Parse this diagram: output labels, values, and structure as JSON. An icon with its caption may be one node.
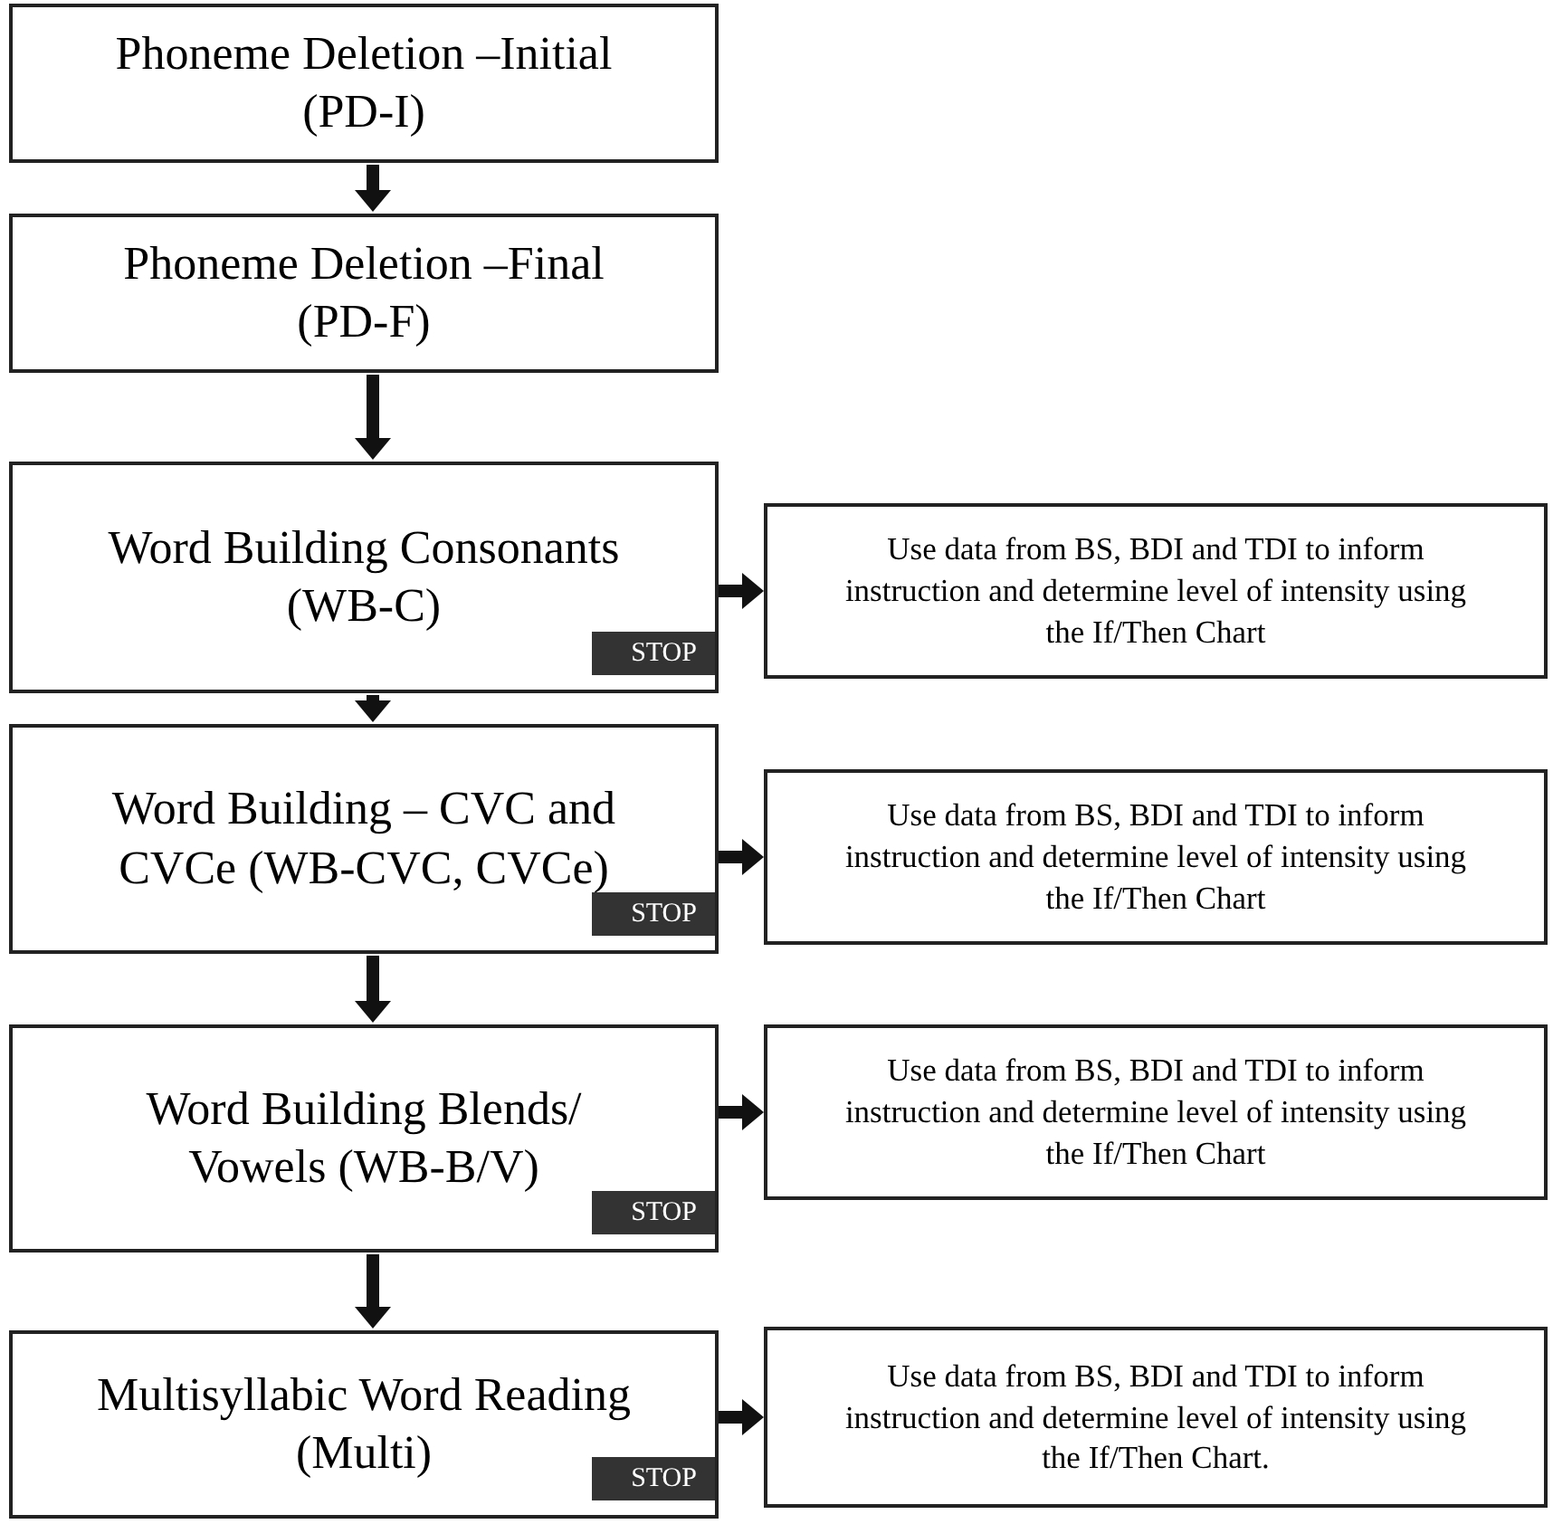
{
  "diagram": {
    "nodes": [
      {
        "text": [
          "Phoneme Deletion –Initial (PD-I)"
        ]
      },
      {
        "text": [
          "Phoneme Deletion –Final (PD-F)"
        ]
      },
      {
        "text": [
          "Word Building Consonants (WB-C)",
          "STOP"
        ]
      },
      {
        "text": [
          "Word Building – CVC and CVCe (WB-CVC, CVCe)",
          "STOP"
        ]
      },
      {
        "text": [
          "Word Building Blends/ Vowels (WB-B/V)",
          "STOP"
        ]
      },
      {
        "text": [
          "Multisyllabic Word Reading (Multi)",
          "STOP"
        ]
      },
      {
        "text": [
          "Use data from BS, BDI and TDI to inform instruction and determine level of intensity using the If/Then Chart"
        ]
      },
      {
        "text": [
          "Use data from BS, BDI and TDI to inform instruction and determine level of intensity using the If/Then Chart"
        ]
      },
      {
        "text": [
          "Use data from BS, BDI and TDI to inform instruction and determine level of intensity using the If/Then Chart"
        ]
      },
      {
        "text": [
          "Use data from BS, BDI and TDI to inform instruction and determine level of intensity using the If/Then Chart."
        ]
      }
    ],
    "edges": [
      {
        "from": 0,
        "to": 1,
        "arrow": "to"
      },
      {
        "from": 1,
        "to": 2,
        "arrow": "to"
      },
      {
        "from": 2,
        "to": 3,
        "arrow": "to"
      },
      {
        "from": 3,
        "to": 4,
        "arrow": "to"
      },
      {
        "from": 4,
        "to": 5,
        "arrow": "to"
      },
      {
        "from": 2,
        "to": 6,
        "arrow": "to"
      },
      {
        "from": 3,
        "to": 7,
        "arrow": "to"
      },
      {
        "from": 4,
        "to": 8,
        "arrow": "to"
      },
      {
        "from": 5,
        "to": 9,
        "arrow": "to"
      }
    ]
  }
}
